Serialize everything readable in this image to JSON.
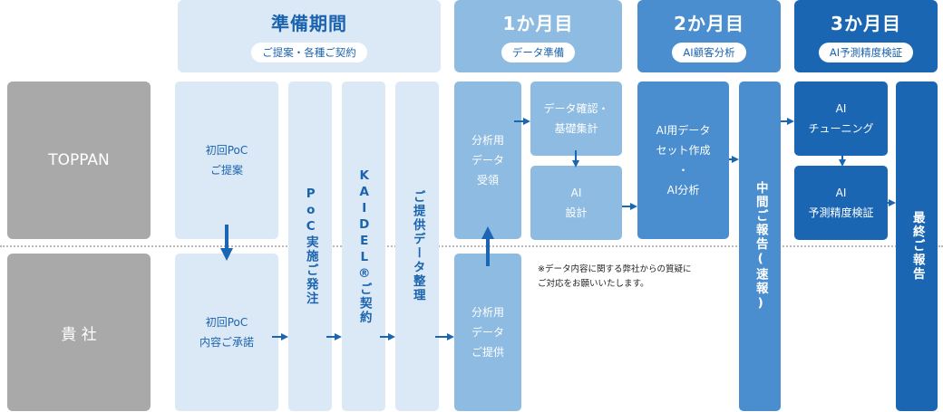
{
  "rows": {
    "toppan": "TOPPAN",
    "client": "貴 社"
  },
  "phases": [
    {
      "title": "準備期間",
      "subtitle": "ご提案・各種ご契約"
    },
    {
      "title": "1か月目",
      "subtitle": "データ準備"
    },
    {
      "title": "2か月目",
      "subtitle": "AI顧客分析"
    },
    {
      "title": "3か月目",
      "subtitle": "AI予測精度検証"
    }
  ],
  "boxes": {
    "first_poc_proposal": "初回PoC\nご提案",
    "first_poc_approval": "初回PoC\n内容ご承諾",
    "poc_order": "PoC実施ご発注",
    "kaidel_contract": "KAIDEL®ご契約",
    "data_arrangement": "ご提供データ整理",
    "data_receipt": "分析用\nデータ\n受領",
    "data_provision": "分析用\nデータ\nご提供",
    "data_check": "データ確認・\n基礎集計",
    "ai_design": "AI\n設計",
    "ai_dataset": "AI用データ\nセット作成\n・\nAI分析",
    "interim_report": "中間ご報告(速報)",
    "ai_tuning": "AI\nチューニング",
    "ai_accuracy": "AI\n予測精度検証",
    "final_report": "最終ご報告"
  },
  "note": "※データ内容に関する弊社からの質疑に\nご対応をお願いいたします。",
  "colors": {
    "phase0": "#dbe9f7",
    "phase1": "#8ebbe2",
    "phase2": "#4a8ecf",
    "phase3": "#1a66b3",
    "arrow": "#1a66b3",
    "row_label": "#a9a9a9"
  }
}
